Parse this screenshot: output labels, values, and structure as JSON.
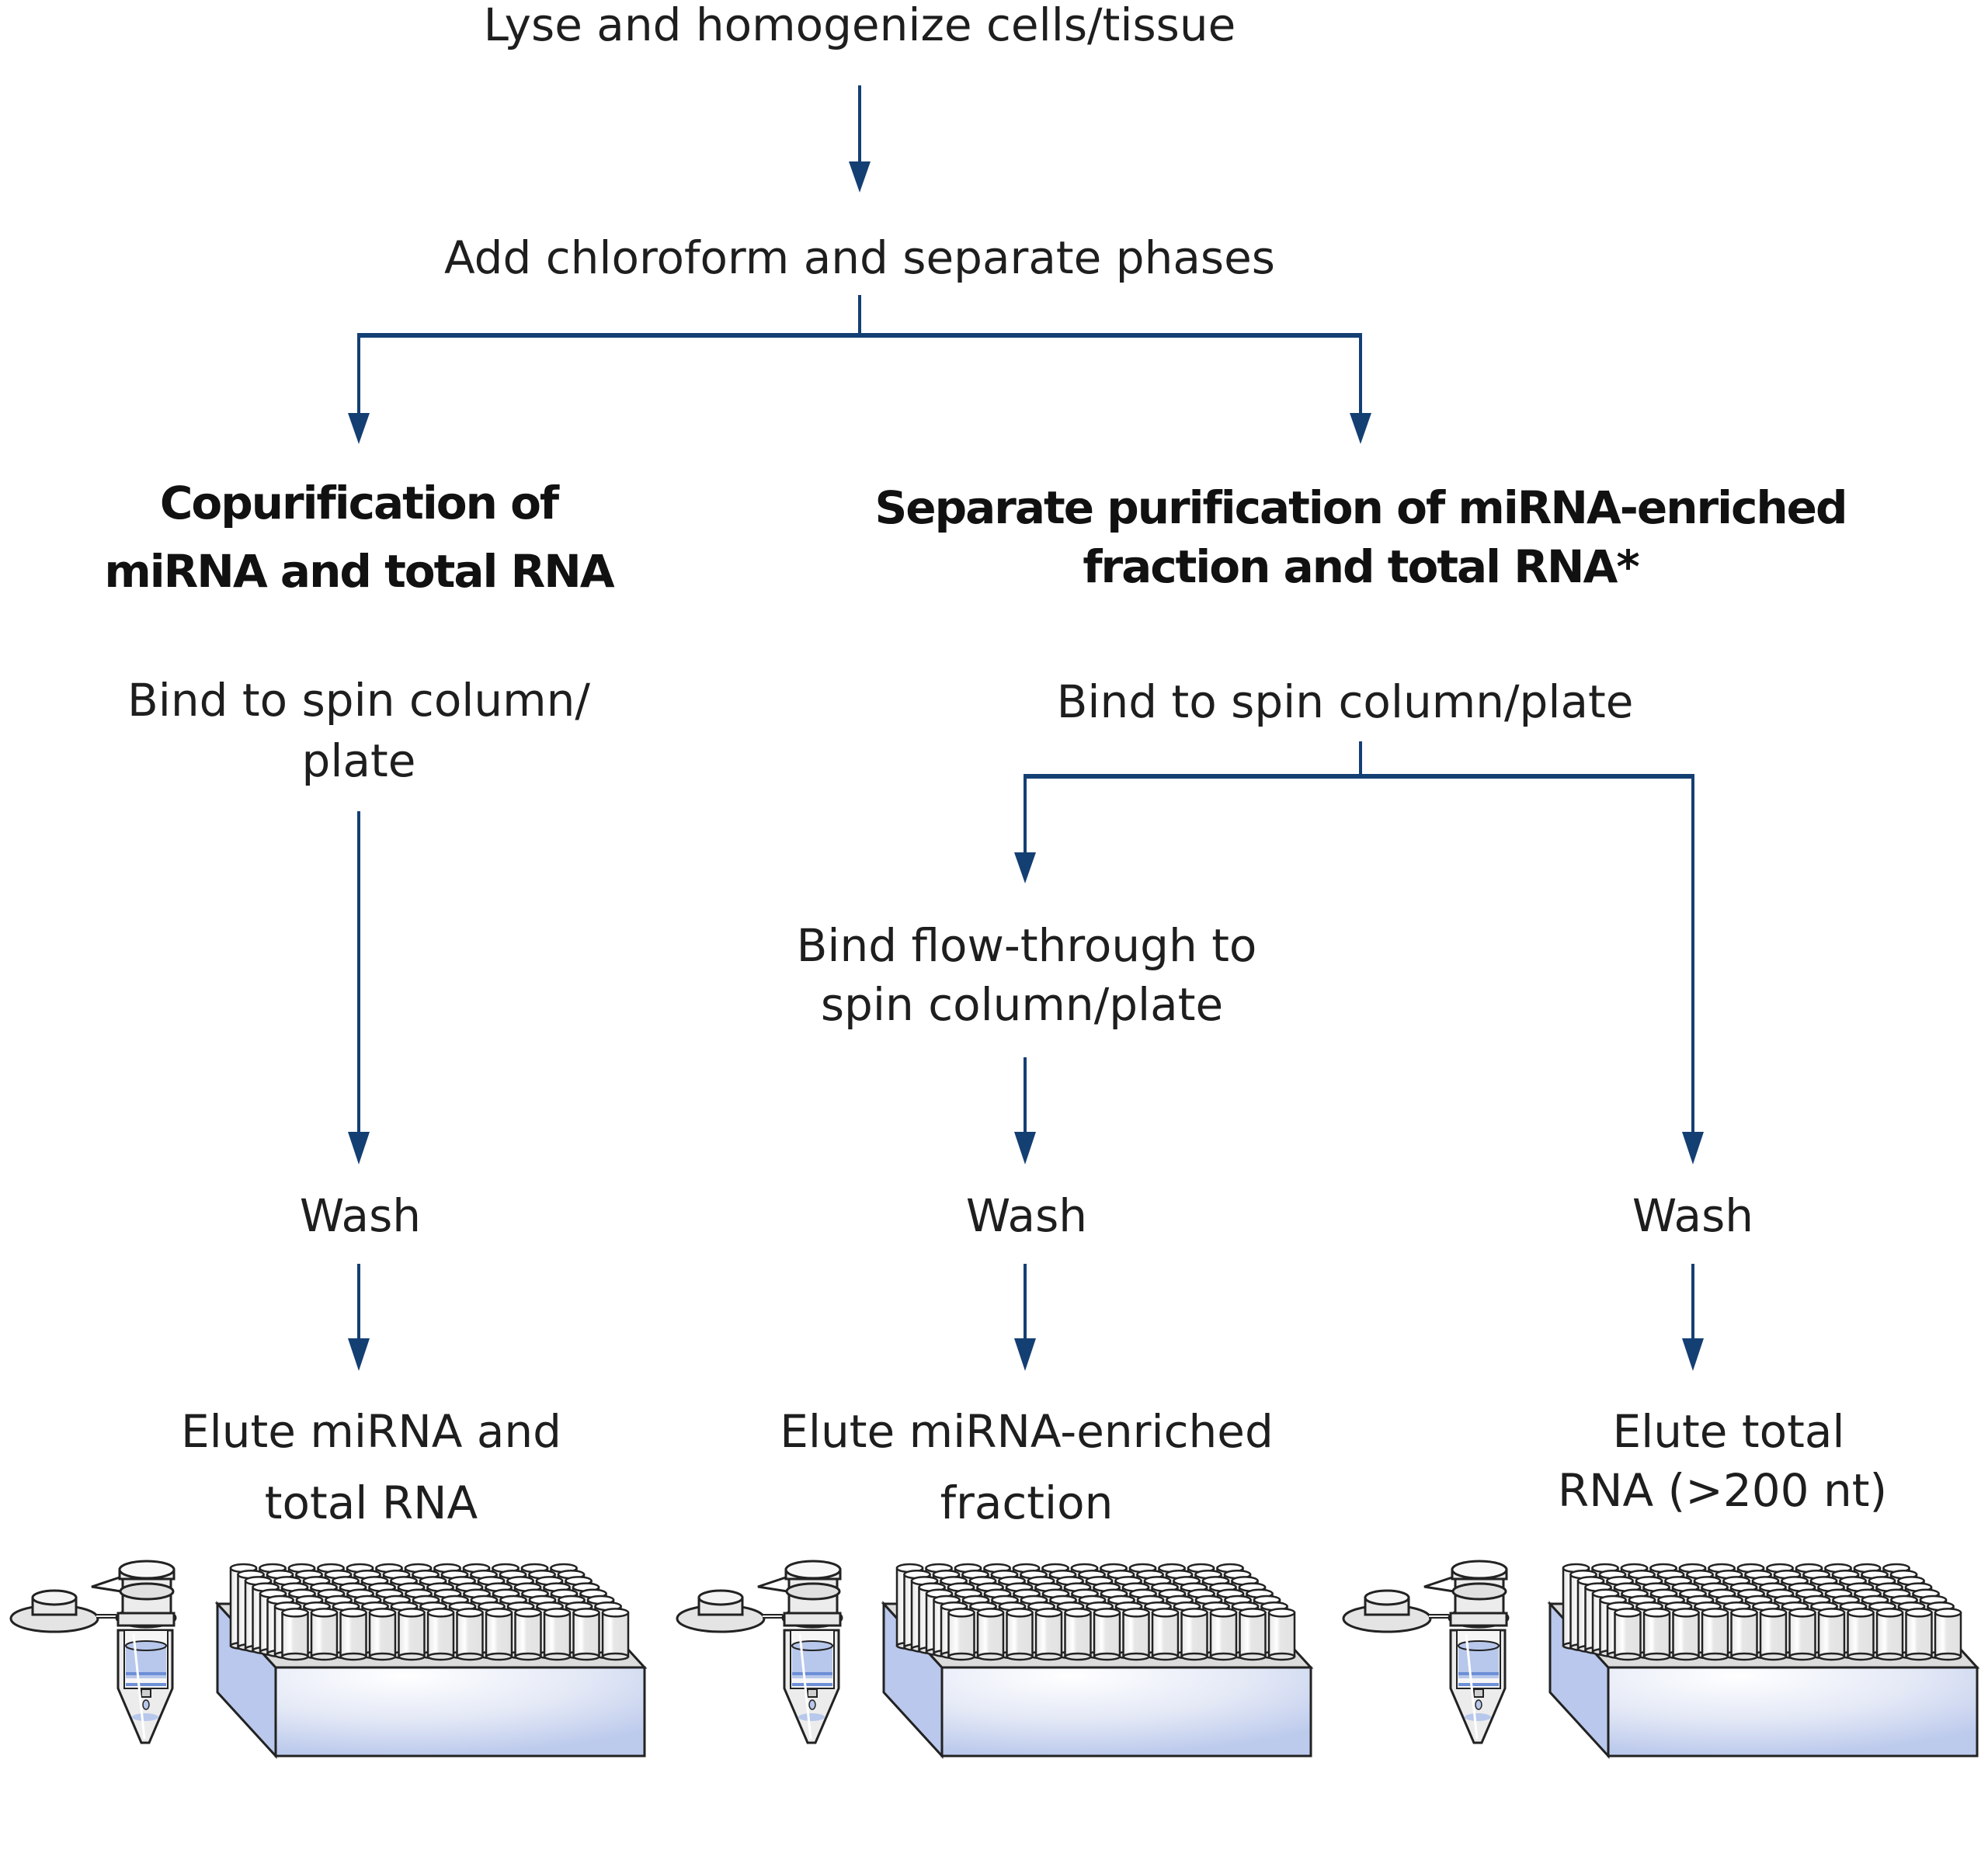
{
  "colors": {
    "arrow": "#143f73",
    "text": "#1e1e1e",
    "liquid": "#b8c8ec",
    "rack_side": "#b9c8ec",
    "tube_fill": "#e8e8e8"
  },
  "steps": {
    "lyse": "Lyse and homogenize cells/tissue",
    "chloroform": "Add chloroform and separate phases"
  },
  "branches": {
    "left": {
      "heading": [
        "Copurification of",
        "miRNA and total RNA"
      ],
      "bind": [
        "Bind to spin column/",
        "plate"
      ],
      "wash": "Wash",
      "elute": [
        "Elute miRNA and",
        "total RNA"
      ]
    },
    "right": {
      "heading": [
        "Separate purification of miRNA-enriched",
        "fraction and total RNA*"
      ],
      "bind": "Bind to spin column/plate",
      "sub_mirna": {
        "bind_flow": [
          "Bind flow-through to",
          "spin column/plate"
        ],
        "wash": "Wash",
        "elute": [
          "Elute miRNA-enriched",
          "fraction"
        ]
      },
      "sub_total": {
        "wash": "Wash",
        "elute": [
          "Elute total",
          "RNA (>200 nt)"
        ]
      }
    }
  },
  "illustrations": [
    {
      "tube": "spin-column-tube-icon",
      "rack": "96-well-plate-icon"
    },
    {
      "tube": "spin-column-tube-icon",
      "rack": "96-well-plate-icon"
    },
    {
      "tube": "spin-column-tube-icon",
      "rack": "96-well-plate-icon"
    }
  ]
}
